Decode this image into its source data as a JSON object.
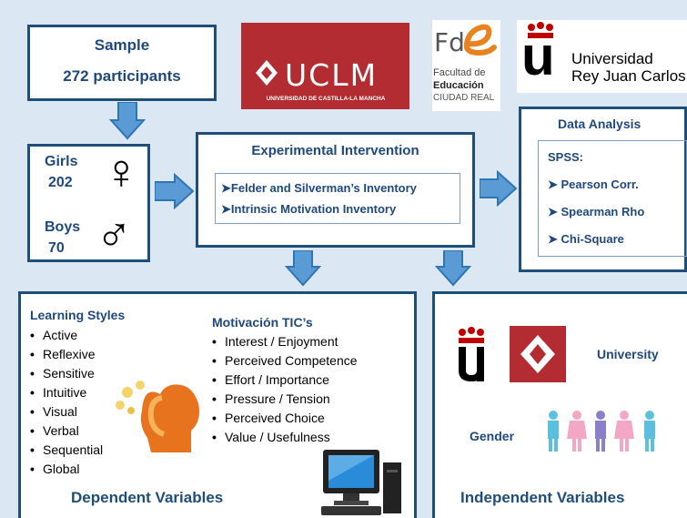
{
  "sample": {
    "title": "Sample",
    "participants": "272 participants"
  },
  "logos": {
    "uclm_name": "UCLM",
    "uclm_full": "UNIVERSIDAD DE CASTILLA-LA MANCHA",
    "fde_mark": "Fd",
    "fde_line1": "Facultad de",
    "fde_line2": "Educación",
    "fde_line3": "CIUDAD REAL",
    "urjc_line1": "Universidad",
    "urjc_line2": "Rey Juan Carlos",
    "urjc_letter": "u"
  },
  "gender_box": {
    "girls_label": "Girls",
    "girls_count": "202",
    "boys_label": "Boys",
    "boys_count": "70"
  },
  "intervention": {
    "title": "Experimental Intervention",
    "items": [
      "Felder and Silverman’s Inventory",
      "Intrinsic Motivation Inventory"
    ]
  },
  "analysis": {
    "title": "Data Analysis",
    "tool": "SPSS:",
    "items": [
      "Pearson Corr.",
      "Spearman Rho",
      "Chi-Square"
    ]
  },
  "dependent": {
    "learning_title": "Learning Styles",
    "learning_items": [
      "Active",
      "Reflexive",
      "Sensitive",
      "Intuitive",
      "Visual",
      "Verbal",
      "Sequential",
      "Global"
    ],
    "motivation_title": "Motivación TIC’s",
    "motivation_items": [
      "Interest / Enjoyment",
      "Perceived Competence",
      "Effort / Importance",
      "Pressure / Tension",
      "Perceived Choice",
      "Value / Usefulness"
    ],
    "footer": "Dependent Variables"
  },
  "independent": {
    "university_label": "University",
    "gender_label": "Gender",
    "footer": "Independent Variables"
  },
  "colors": {
    "navy": "#1f4e79",
    "accent_blue": "#2e75b6",
    "arrow_blue": "#5b9bd5",
    "background": "#dbe7f3",
    "uclm_red": "#b22c31",
    "urjc_red": "#c00000"
  }
}
